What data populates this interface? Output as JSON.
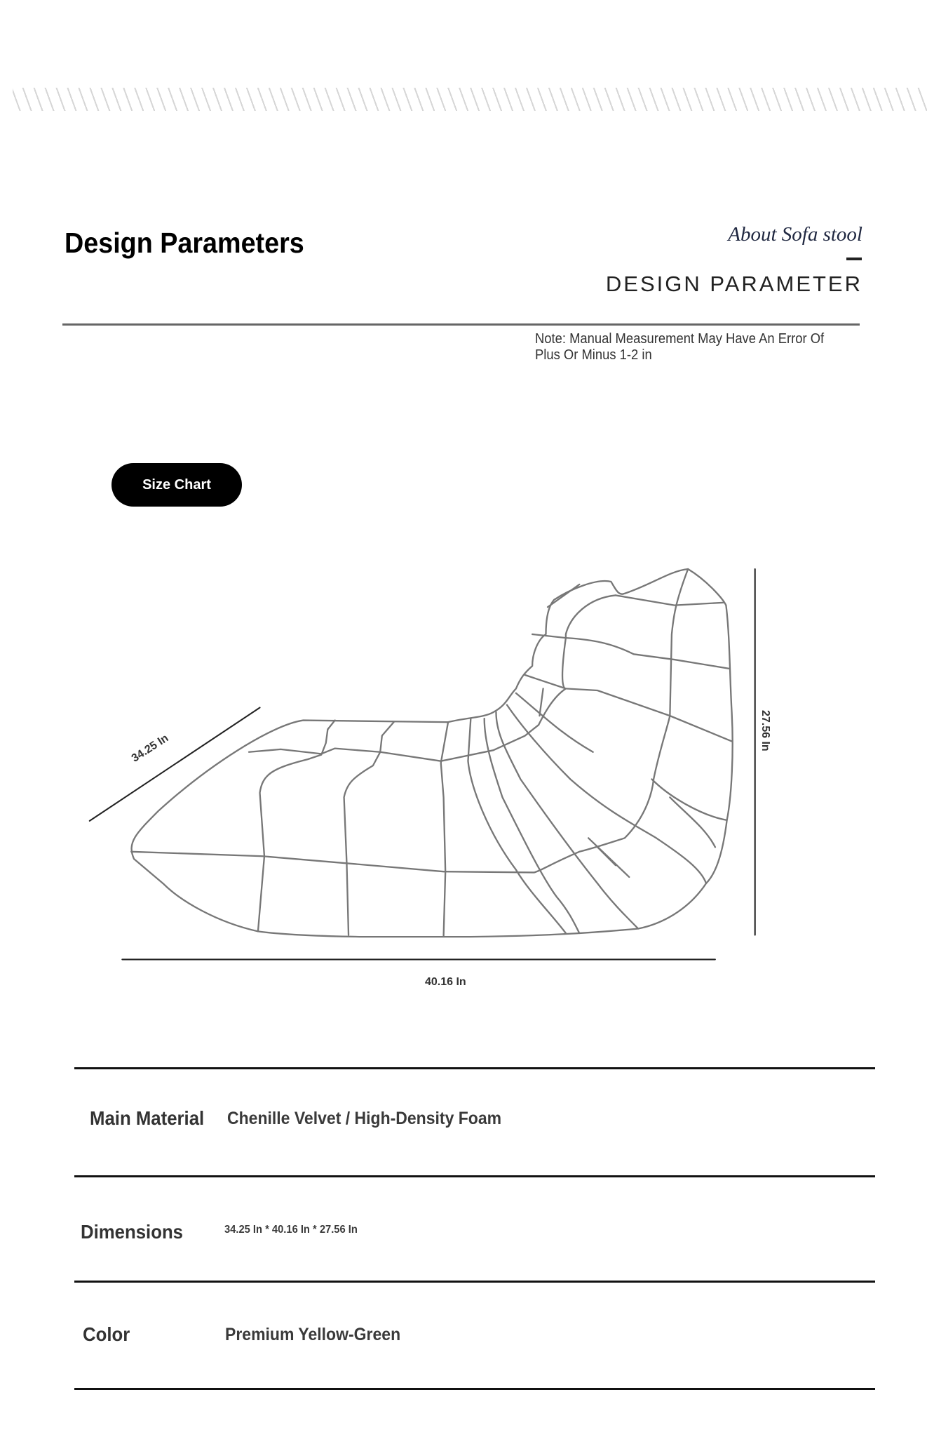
{
  "header": {
    "title": "Design Parameters",
    "subtitle_script": "About Sofa stool",
    "subtitle_caps": "DESIGN PARAMETER",
    "note_line1": "Note: Manual Measurement May Have An Error Of",
    "note_line2": "Plus Or Minus 1-2 in"
  },
  "size_chart": {
    "button_label": "Size Chart",
    "depth_label": "34.25 In",
    "width_label": "40.16 In",
    "height_label": "27.56 In"
  },
  "specs": [
    {
      "label": "Main Material",
      "value": "Chenille Velvet / High-Density Foam"
    },
    {
      "label": "Dimensions",
      "value": "34.25 In * 40.16 In * 27.56 In"
    },
    {
      "label": "Color",
      "value": "Premium Yellow-Green"
    }
  ]
}
